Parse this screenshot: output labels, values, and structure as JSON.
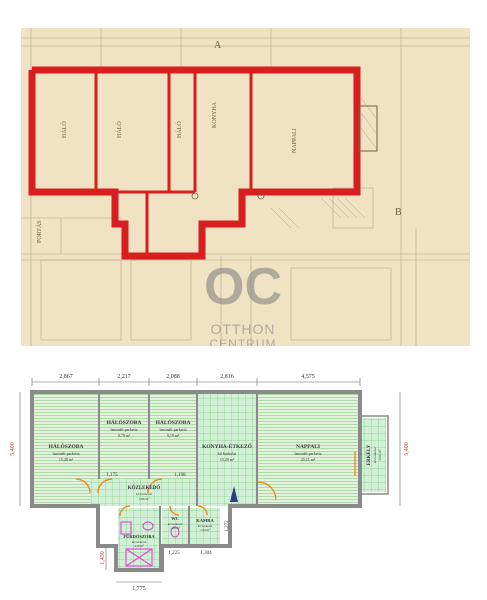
{
  "watermark": {
    "logo_letters": "OC",
    "line1": "OTTHON",
    "line2": "CENTRUM"
  },
  "scan": {
    "axis_markers": [
      "A",
      "B"
    ],
    "room_labels": [
      "HÁLÓ",
      "HÁLÓ",
      "HÁLÓ",
      "KONYHA",
      "NAPPALI",
      "PORTÁS"
    ],
    "colors": {
      "paper": "#efe3c4",
      "wall_highlight": "#d81e1e",
      "ink": "#6e5d46"
    }
  },
  "plan": {
    "top_dimensions": [
      "2,867",
      "2,217",
      "2,088",
      "2,816",
      "4,575"
    ],
    "left_dimension": "5,400",
    "right_dimension": "5,400",
    "lower_left_dimension": "1,430",
    "bottom_dimension": "1,775",
    "inner_dimensions": [
      "1,175",
      "1,108",
      "1,225",
      "1,304",
      "1,272"
    ],
    "rooms": [
      {
        "name": "HÁLÓSZOBA",
        "floor": "laminált parketta",
        "area": "15,48 m²"
      },
      {
        "name": "HÁLÓSZOBA",
        "floor": "laminált parketta",
        "area": "9,70 m²"
      },
      {
        "name": "HÁLÓSZOBA",
        "floor": "laminált parketta",
        "area": "9,19 m²"
      },
      {
        "name": "KONYHA-ÉTKEZŐ",
        "floor": "kő burkolat",
        "area": "15,20 m²"
      },
      {
        "name": "NAPPALI",
        "floor": "laminált parketta",
        "area": "25,11 m²"
      },
      {
        "name": "ERKÉLY",
        "floor": "kő burkolat",
        "area": "5,00 m²"
      },
      {
        "name": "KÖZLEKEDŐ",
        "floor": "kő burkolat",
        "area": "7,86 m²"
      },
      {
        "name": "FÜRDŐSZOBA",
        "floor": "kő burkolat",
        "area": "4,70 m²"
      },
      {
        "name": "WC",
        "floor": "kő burkolat",
        "area": "1,29 m²"
      },
      {
        "name": "KAMRA",
        "floor": "kő burkolat",
        "area": "1,84 m²"
      }
    ],
    "colors": {
      "parquet": "#dcefd6",
      "tile": "#bfe8c8",
      "wall": "#8a8a8a",
      "door": "#f08a1c",
      "bath": "#e04fd6"
    }
  }
}
